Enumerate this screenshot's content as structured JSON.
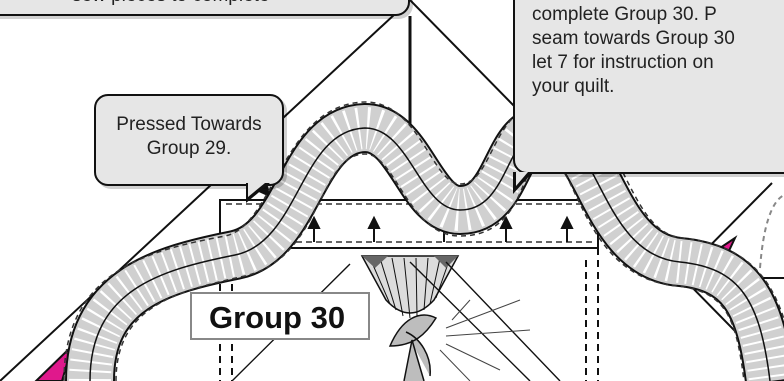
{
  "callouts": {
    "top_partial": "sew pieces to complete",
    "pressed": {
      "line1": "Pressed Towards",
      "line2": "Group 29."
    },
    "right": {
      "line1": "complete Group 30. P",
      "line2": "seam towards Group 30",
      "line3": "let 7 for instruction on",
      "line4": "your quilt."
    }
  },
  "group_label": "Group 30",
  "colors": {
    "outline": "#111111",
    "callout_fill": "#e6e6e6",
    "arc_fill": "#d0d0d0",
    "accent_pink": "#e0188c"
  }
}
